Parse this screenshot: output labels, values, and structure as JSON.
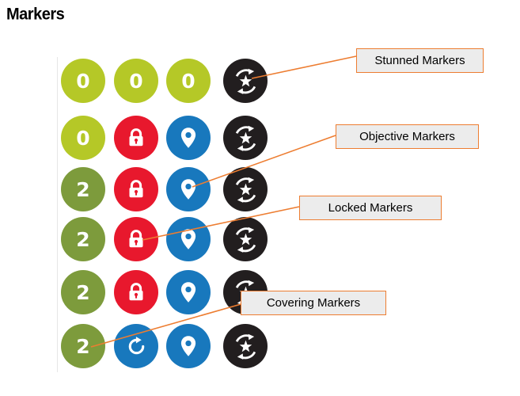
{
  "title": "Markers",
  "colors": {
    "light_green": "#b5c827",
    "olive_green": "#7d9b3c",
    "red": "#e8182d",
    "blue": "#1878bd",
    "black": "#221e1f",
    "accent_orange": "#ed7d31",
    "label_bg": "#ececec"
  },
  "labels": [
    {
      "text": "Stunned Markers"
    },
    {
      "text": "Objective Markers"
    },
    {
      "text": "Locked Markers"
    },
    {
      "text": "Covering Markers"
    }
  ],
  "icons": {
    "lock": "padlock",
    "pin": "location-pin",
    "stun": "star-with-rotation-arrows",
    "rotate": "circular-arrow"
  },
  "grid": {
    "rows": [
      {
        "cells": [
          {
            "kind": "number",
            "value": "0",
            "color": "light_green"
          },
          {
            "kind": "number",
            "value": "0",
            "color": "light_green"
          },
          {
            "kind": "number",
            "value": "0",
            "color": "light_green"
          },
          {
            "kind": "stun",
            "color": "black"
          }
        ]
      },
      {
        "cells": [
          {
            "kind": "number",
            "value": "0",
            "color": "light_green"
          },
          {
            "kind": "lock",
            "color": "red"
          },
          {
            "kind": "pin",
            "color": "blue"
          },
          {
            "kind": "stun",
            "color": "black"
          }
        ]
      },
      {
        "cells": [
          {
            "kind": "number",
            "value": "2",
            "color": "olive_green"
          },
          {
            "kind": "lock",
            "color": "red"
          },
          {
            "kind": "pin",
            "color": "blue"
          },
          {
            "kind": "stun",
            "color": "black"
          }
        ]
      },
      {
        "cells": [
          {
            "kind": "number",
            "value": "2",
            "color": "olive_green"
          },
          {
            "kind": "lock",
            "color": "red"
          },
          {
            "kind": "pin",
            "color": "blue"
          },
          {
            "kind": "stun",
            "color": "black"
          }
        ]
      },
      {
        "cells": [
          {
            "kind": "number",
            "value": "2",
            "color": "olive_green"
          },
          {
            "kind": "lock",
            "color": "red"
          },
          {
            "kind": "pin",
            "color": "blue"
          },
          {
            "kind": "stun",
            "color": "black"
          }
        ]
      },
      {
        "cells": [
          {
            "kind": "number",
            "value": "2",
            "color": "olive_green"
          },
          {
            "kind": "rotate",
            "color": "blue"
          },
          {
            "kind": "pin",
            "color": "blue"
          },
          {
            "kind": "stun",
            "color": "black"
          }
        ]
      }
    ]
  }
}
